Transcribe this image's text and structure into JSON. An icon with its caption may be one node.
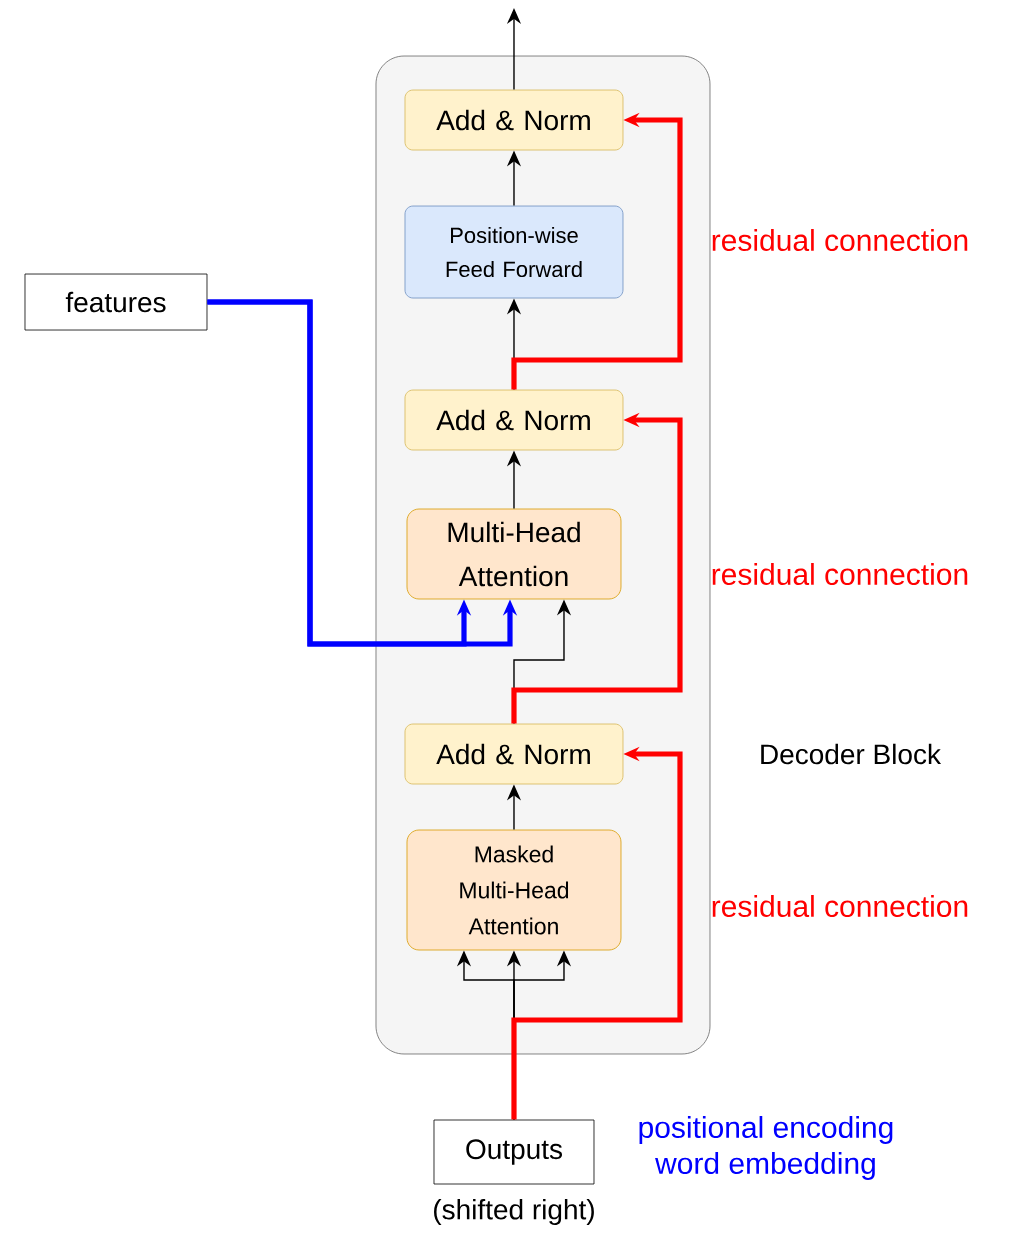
{
  "diagram": {
    "nodes": [
      {
        "text": [
          "Decoder Block"
        ]
      },
      {
        "text": [
          "Add & Norm"
        ],
        "in": 0
      },
      {
        "text": [
          "Position-wise Feed Forward"
        ],
        "in": 0
      },
      {
        "text": [
          "Add & Norm"
        ],
        "in": 0
      },
      {
        "text": [
          "Multi-Head Attention"
        ],
        "in": 0
      },
      {
        "text": [
          "Add & Norm"
        ],
        "in": 0
      },
      {
        "text": [
          "Masked Multi-Head Attention"
        ],
        "in": 0
      },
      {
        "text": [
          "features"
        ]
      },
      {
        "text": [
          "Outputs"
        ],
        "beside": [
          "(shifted right)"
        ]
      }
    ],
    "edges": [
      {
        "from": 1,
        "to": null,
        "arrow": "to"
      },
      {
        "from": 2,
        "to": 1,
        "arrow": "to"
      },
      {
        "from": 3,
        "to": 2,
        "arrow": "to"
      },
      {
        "from": 4,
        "to": 3,
        "arrow": "to"
      },
      {
        "from": 5,
        "to": 4,
        "arrow": "to"
      },
      {
        "from": 3,
        "to": 1,
        "arrow": "to",
        "style": "thick",
        "color": "#ff0000"
      },
      {
        "from": 7,
        "to": 4,
        "arrow": "to",
        "style": "thick",
        "color": "#0000ff"
      },
      {
        "from": 7,
        "to": 4,
        "arrow": "to",
        "style": "thick",
        "color": "#0000ff"
      },
      {
        "from": 6,
        "to": 5,
        "arrow": "to"
      },
      {
        "from": 5,
        "to": 3,
        "arrow": "to",
        "style": "thick",
        "color": "#ff0000"
      },
      {
        "from": 8,
        "to": 6,
        "arrow": "to"
      },
      {
        "from": 8,
        "to": 6,
        "arrow": "to"
      },
      {
        "from": 8,
        "to": 6,
        "arrow": "to"
      },
      {
        "from": 8,
        "to": 5,
        "arrow": "to",
        "style": "thick",
        "color": "#ff0000"
      }
    ],
    "labels": [
      "residual connection",
      "residual connection",
      "residual connection",
      "positional encoding",
      "word embedding"
    ]
  }
}
